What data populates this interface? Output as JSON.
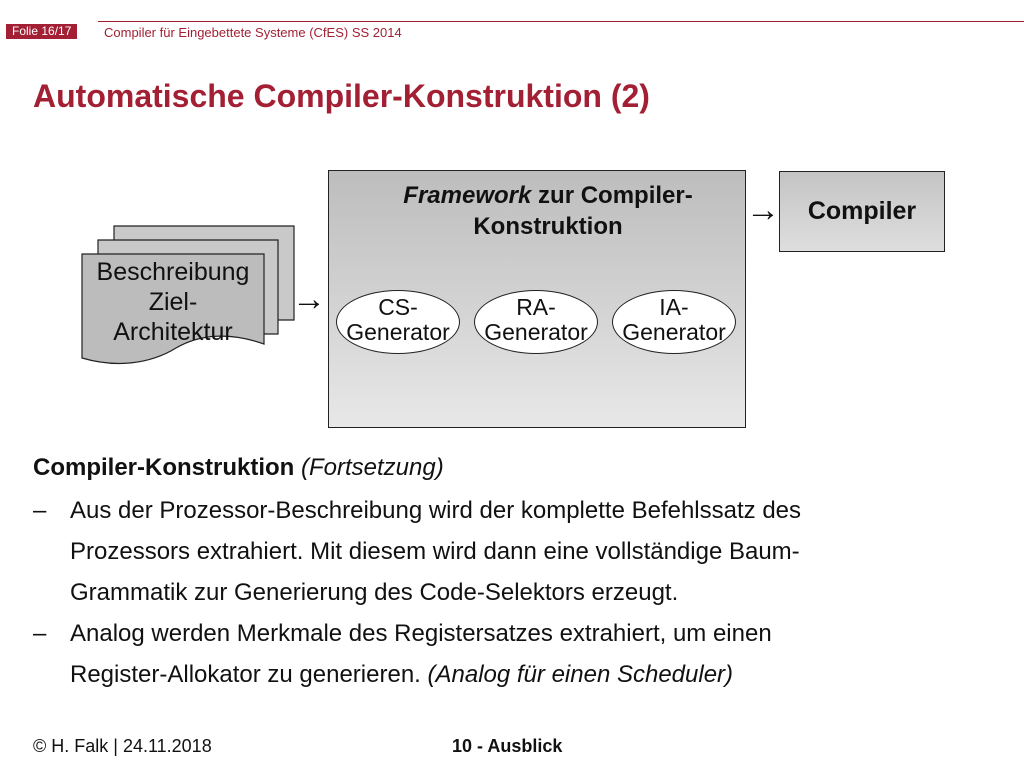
{
  "header": {
    "slide_number": "Folie 16/17",
    "course": "Compiler für Eingebettete Systeme (CfES) SS 2014"
  },
  "title": "Automatische Compiler-Konstruktion (2)",
  "diagram": {
    "framework_title_italic": "Framework",
    "framework_title_rest_line1": " zur Compiler-",
    "framework_title_line2": "Konstruktion",
    "compiler_label": "Compiler",
    "description_line1": "Beschreibung",
    "description_line2": "Ziel-",
    "description_line3": "Architektur",
    "generators": [
      {
        "line1": "CS-",
        "line2": "Generator"
      },
      {
        "line1": "RA-",
        "line2": "Generator"
      },
      {
        "line1": "IA-",
        "line2": "Generator"
      }
    ],
    "arrow_glyph": "→"
  },
  "content": {
    "heading_bold": "Compiler-Konstruktion",
    "heading_italic": "(Fortsetzung)",
    "dash": "–",
    "bullet1": {
      "line1": "Aus der Prozessor-Beschreibung wird der komplette Befehlssatz des",
      "line2": "Prozessors extrahiert. Mit diesem wird dann eine vollständige Baum-",
      "line3": "Grammatik zur Generierung des Code-Selektors erzeugt."
    },
    "bullet2": {
      "line1": "Analog werden Merkmale des Registersatzes extrahiert, um einen",
      "line2_plain": "Register-Allokator zu generieren. ",
      "line2_italic": "(Analog für einen Scheduler)"
    }
  },
  "footer": {
    "author_date": "© H. Falk | 24.11.2018",
    "chapter": "10 - Ausblick"
  },
  "colors": {
    "accent": "#a31f34"
  }
}
